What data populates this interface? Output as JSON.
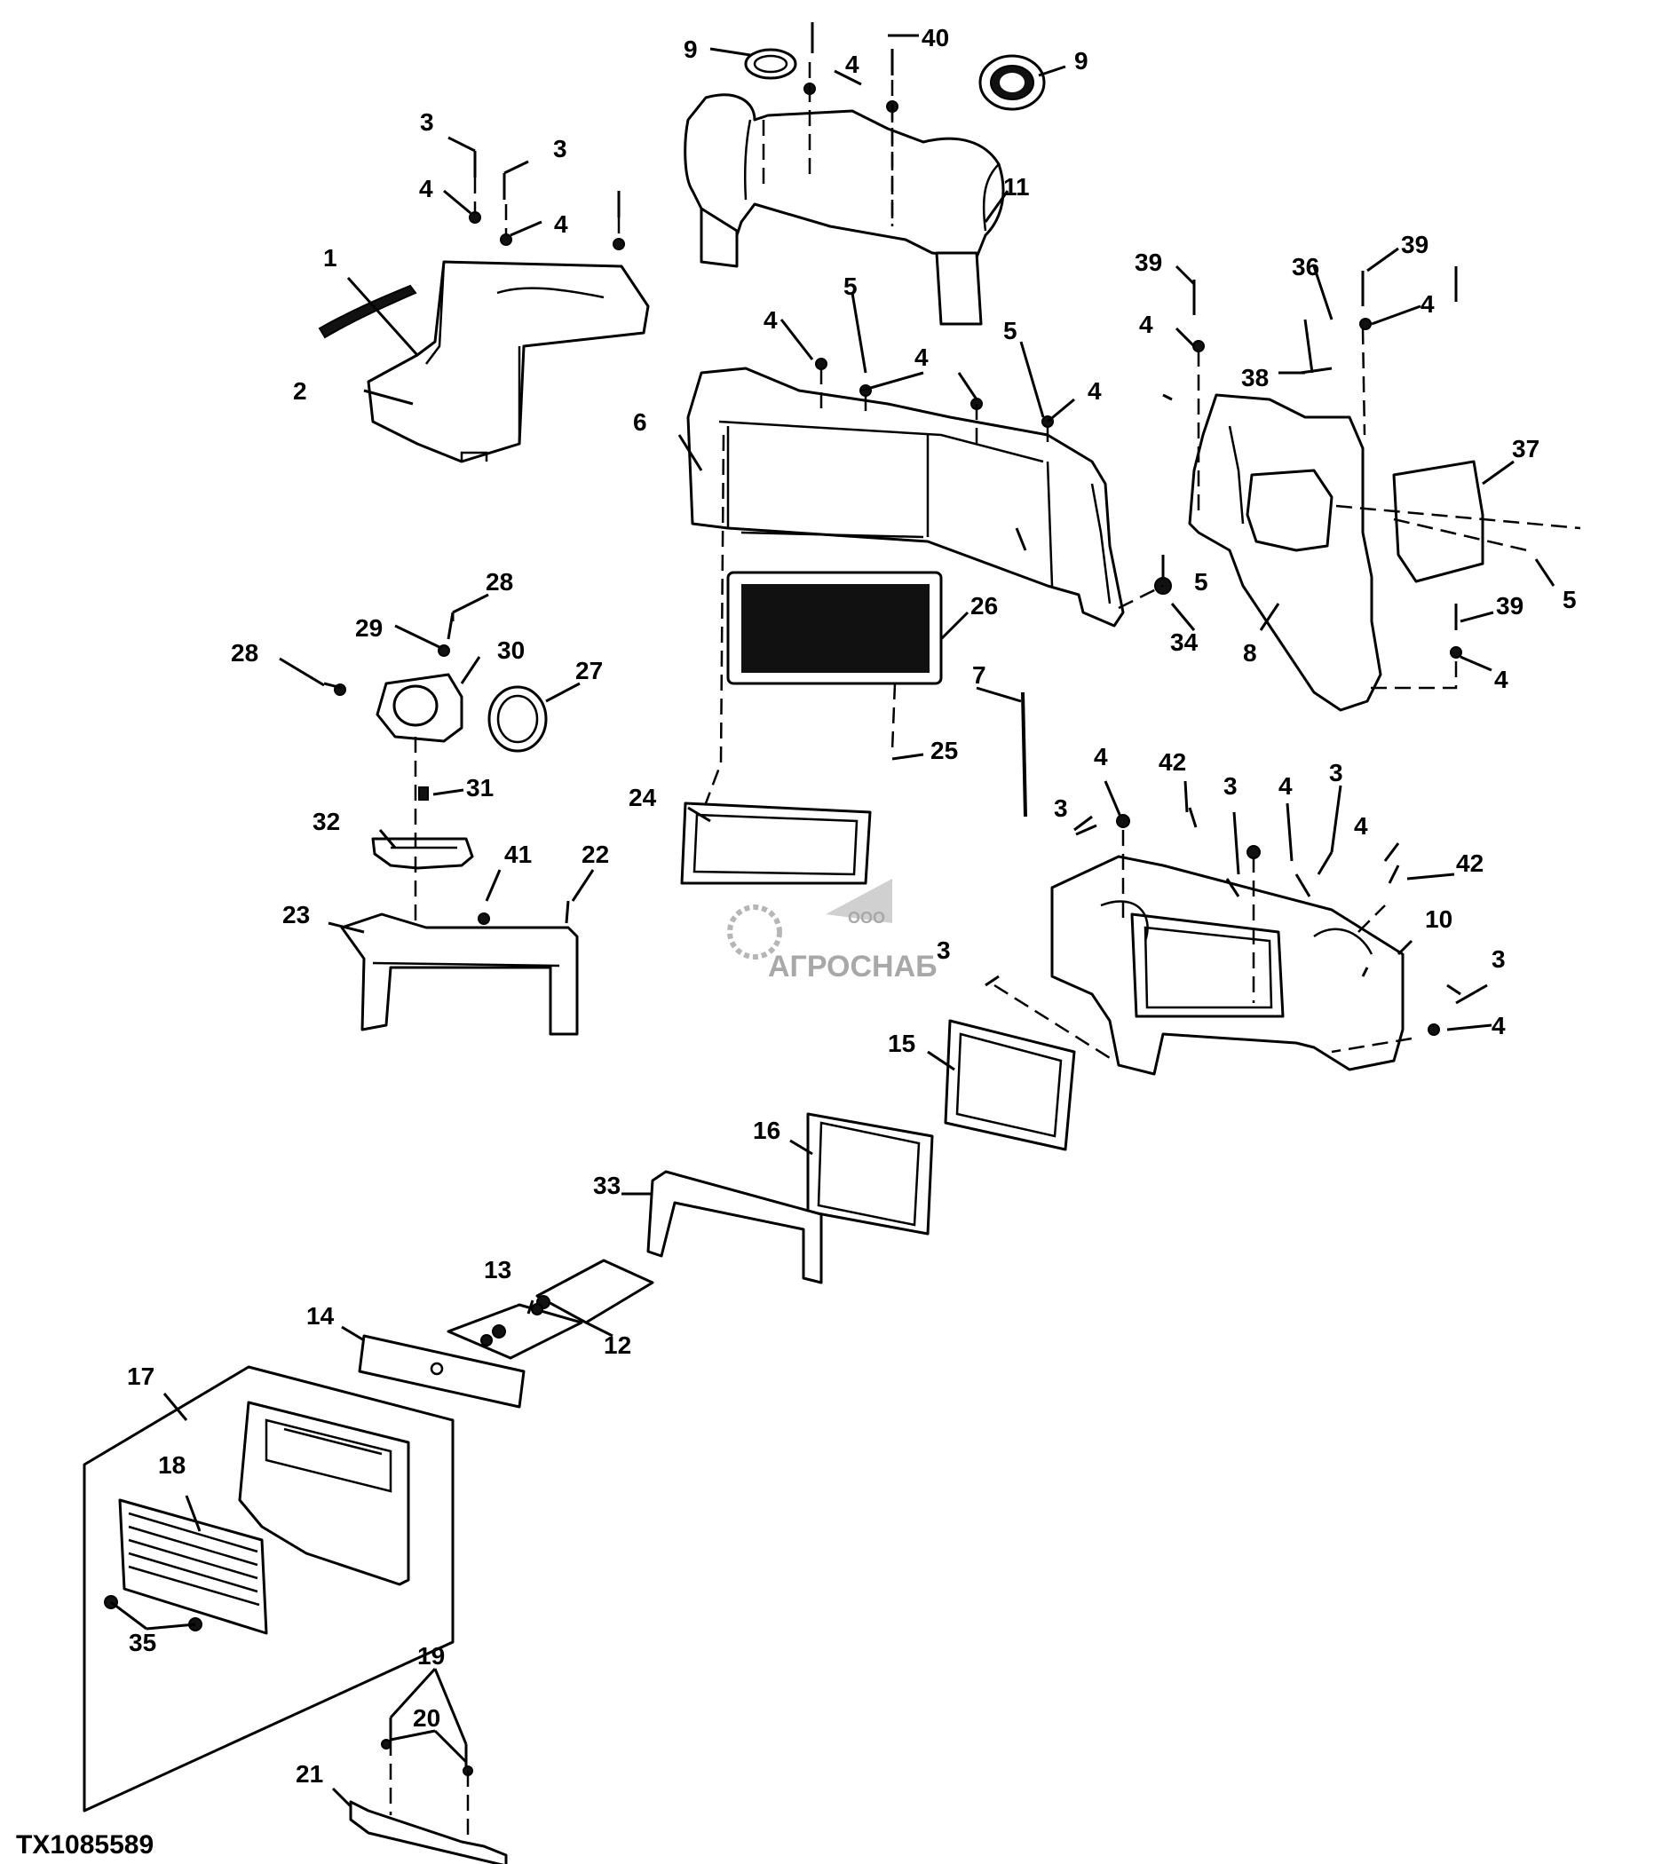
{
  "figure_id": "TX1085589",
  "watermark": {
    "small": "ООО",
    "large": "АГРОСНАБ"
  },
  "callouts": [
    {
      "text": "1"
    },
    {
      "text": "2"
    },
    {
      "text": "3"
    },
    {
      "text": "3"
    },
    {
      "text": "4"
    },
    {
      "text": "4"
    },
    {
      "text": "9"
    },
    {
      "text": "40"
    },
    {
      "text": "4"
    },
    {
      "text": "9"
    },
    {
      "text": "11"
    },
    {
      "text": "5"
    },
    {
      "text": "4"
    },
    {
      "text": "4"
    },
    {
      "text": "5"
    },
    {
      "text": "4"
    },
    {
      "text": "6"
    },
    {
      "text": "39"
    },
    {
      "text": "36"
    },
    {
      "text": "39"
    },
    {
      "text": "4"
    },
    {
      "text": "4"
    },
    {
      "text": "38"
    },
    {
      "text": "37"
    },
    {
      "text": "5"
    },
    {
      "text": "34"
    },
    {
      "text": "8"
    },
    {
      "text": "39"
    },
    {
      "text": "4"
    },
    {
      "text": "28"
    },
    {
      "text": "29"
    },
    {
      "text": "30"
    },
    {
      "text": "28"
    },
    {
      "text": "27"
    },
    {
      "text": "26"
    },
    {
      "text": "7"
    },
    {
      "text": "25"
    },
    {
      "text": "31"
    },
    {
      "text": "24"
    },
    {
      "text": "32"
    },
    {
      "text": "41"
    },
    {
      "text": "22"
    },
    {
      "text": "23"
    },
    {
      "text": "4"
    },
    {
      "text": "42"
    },
    {
      "text": "3"
    },
    {
      "text": "3"
    },
    {
      "text": "4"
    },
    {
      "text": "3"
    },
    {
      "text": "4"
    },
    {
      "text": "42"
    },
    {
      "text": "10"
    },
    {
      "text": "3"
    },
    {
      "text": "3"
    },
    {
      "text": "4"
    },
    {
      "text": "15"
    },
    {
      "text": "16"
    },
    {
      "text": "33"
    },
    {
      "text": "13"
    },
    {
      "text": "14"
    },
    {
      "text": "12"
    },
    {
      "text": "17"
    },
    {
      "text": "18"
    },
    {
      "text": "35"
    },
    {
      "text": "19"
    },
    {
      "text": "20"
    },
    {
      "text": "21"
    },
    {
      "text": "5"
    }
  ]
}
